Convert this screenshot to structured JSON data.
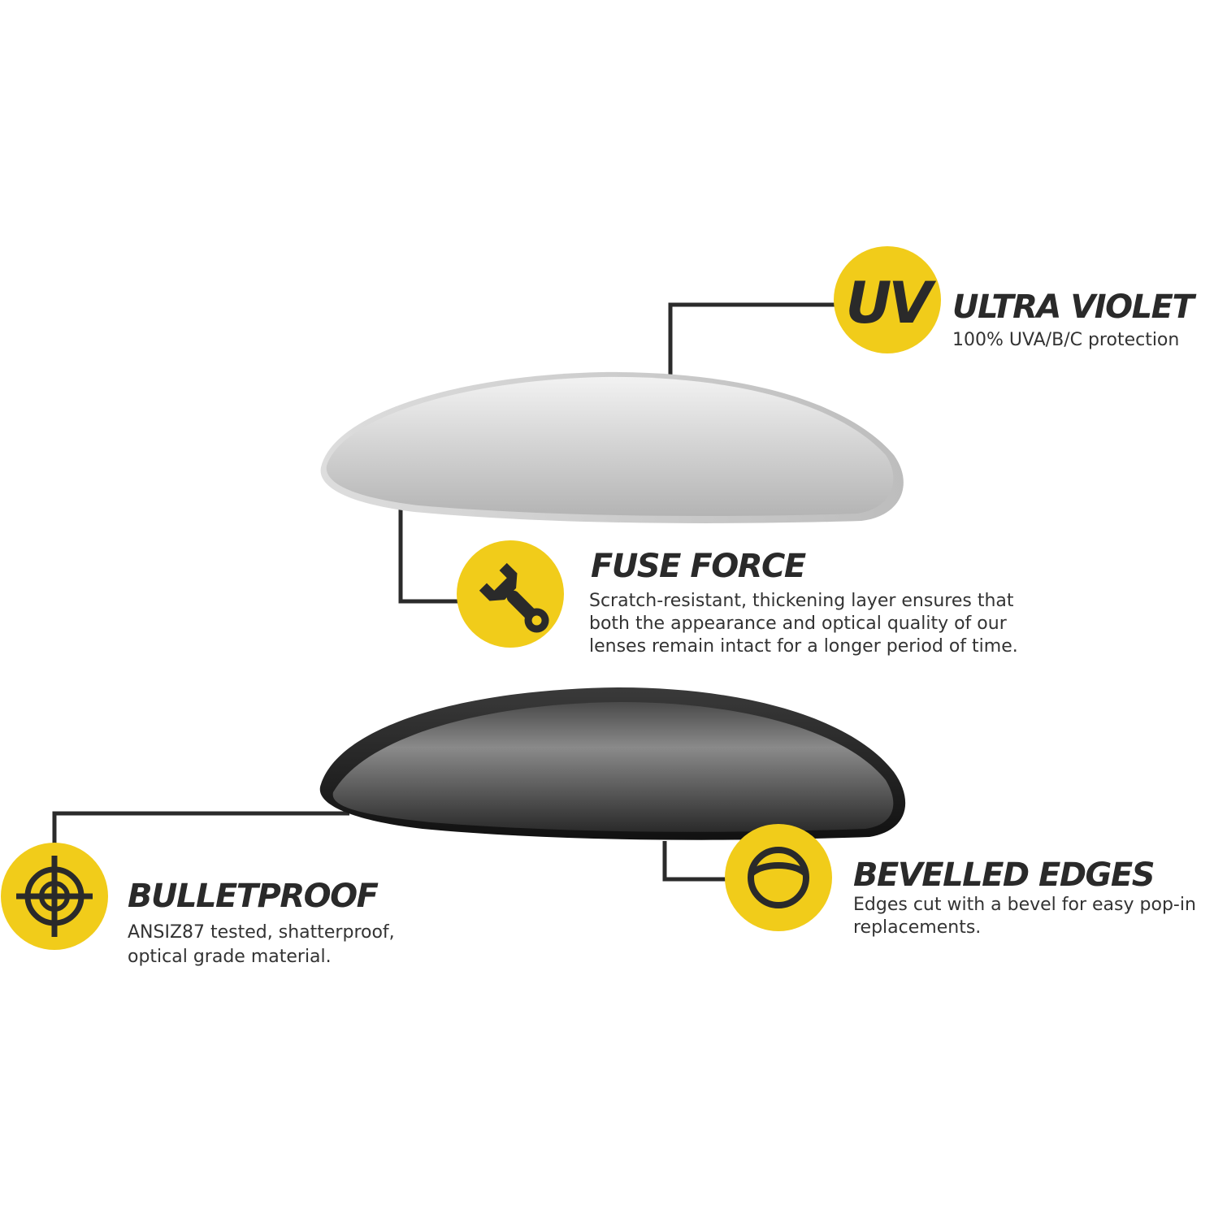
{
  "colors": {
    "accent_yellow": "#f1cc1a",
    "line_dark": "#2b2b2b",
    "text_dark": "#2a2a2a",
    "text_body": "#333333",
    "lens_light": "#c8c8c8",
    "lens_dark": "#222222"
  },
  "features": [
    {
      "title": "ULTRA VIOLET",
      "description": "100% UVA/B/C protection",
      "icon": "uv-icon",
      "icon_text": "UV"
    },
    {
      "title": "FUSE FORCE",
      "description": "Scratch-resistant, thickening layer ensures that both the appearance and optical quality of our lenses remain intact for a longer period of time.",
      "icon": "wrench-icon"
    },
    {
      "title": "BULLETPROOF",
      "description": "ANSIZ87 tested, shatterproof, optical grade material.",
      "icon": "crosshair-icon"
    },
    {
      "title": "BEVELLED EDGES",
      "description": "Edges cut with a bevel for easy pop-in replacements.",
      "icon": "bevel-icon"
    }
  ],
  "lenses": [
    {
      "name": "clear-lens",
      "tint": "light"
    },
    {
      "name": "smoke-lens",
      "tint": "dark"
    }
  ]
}
